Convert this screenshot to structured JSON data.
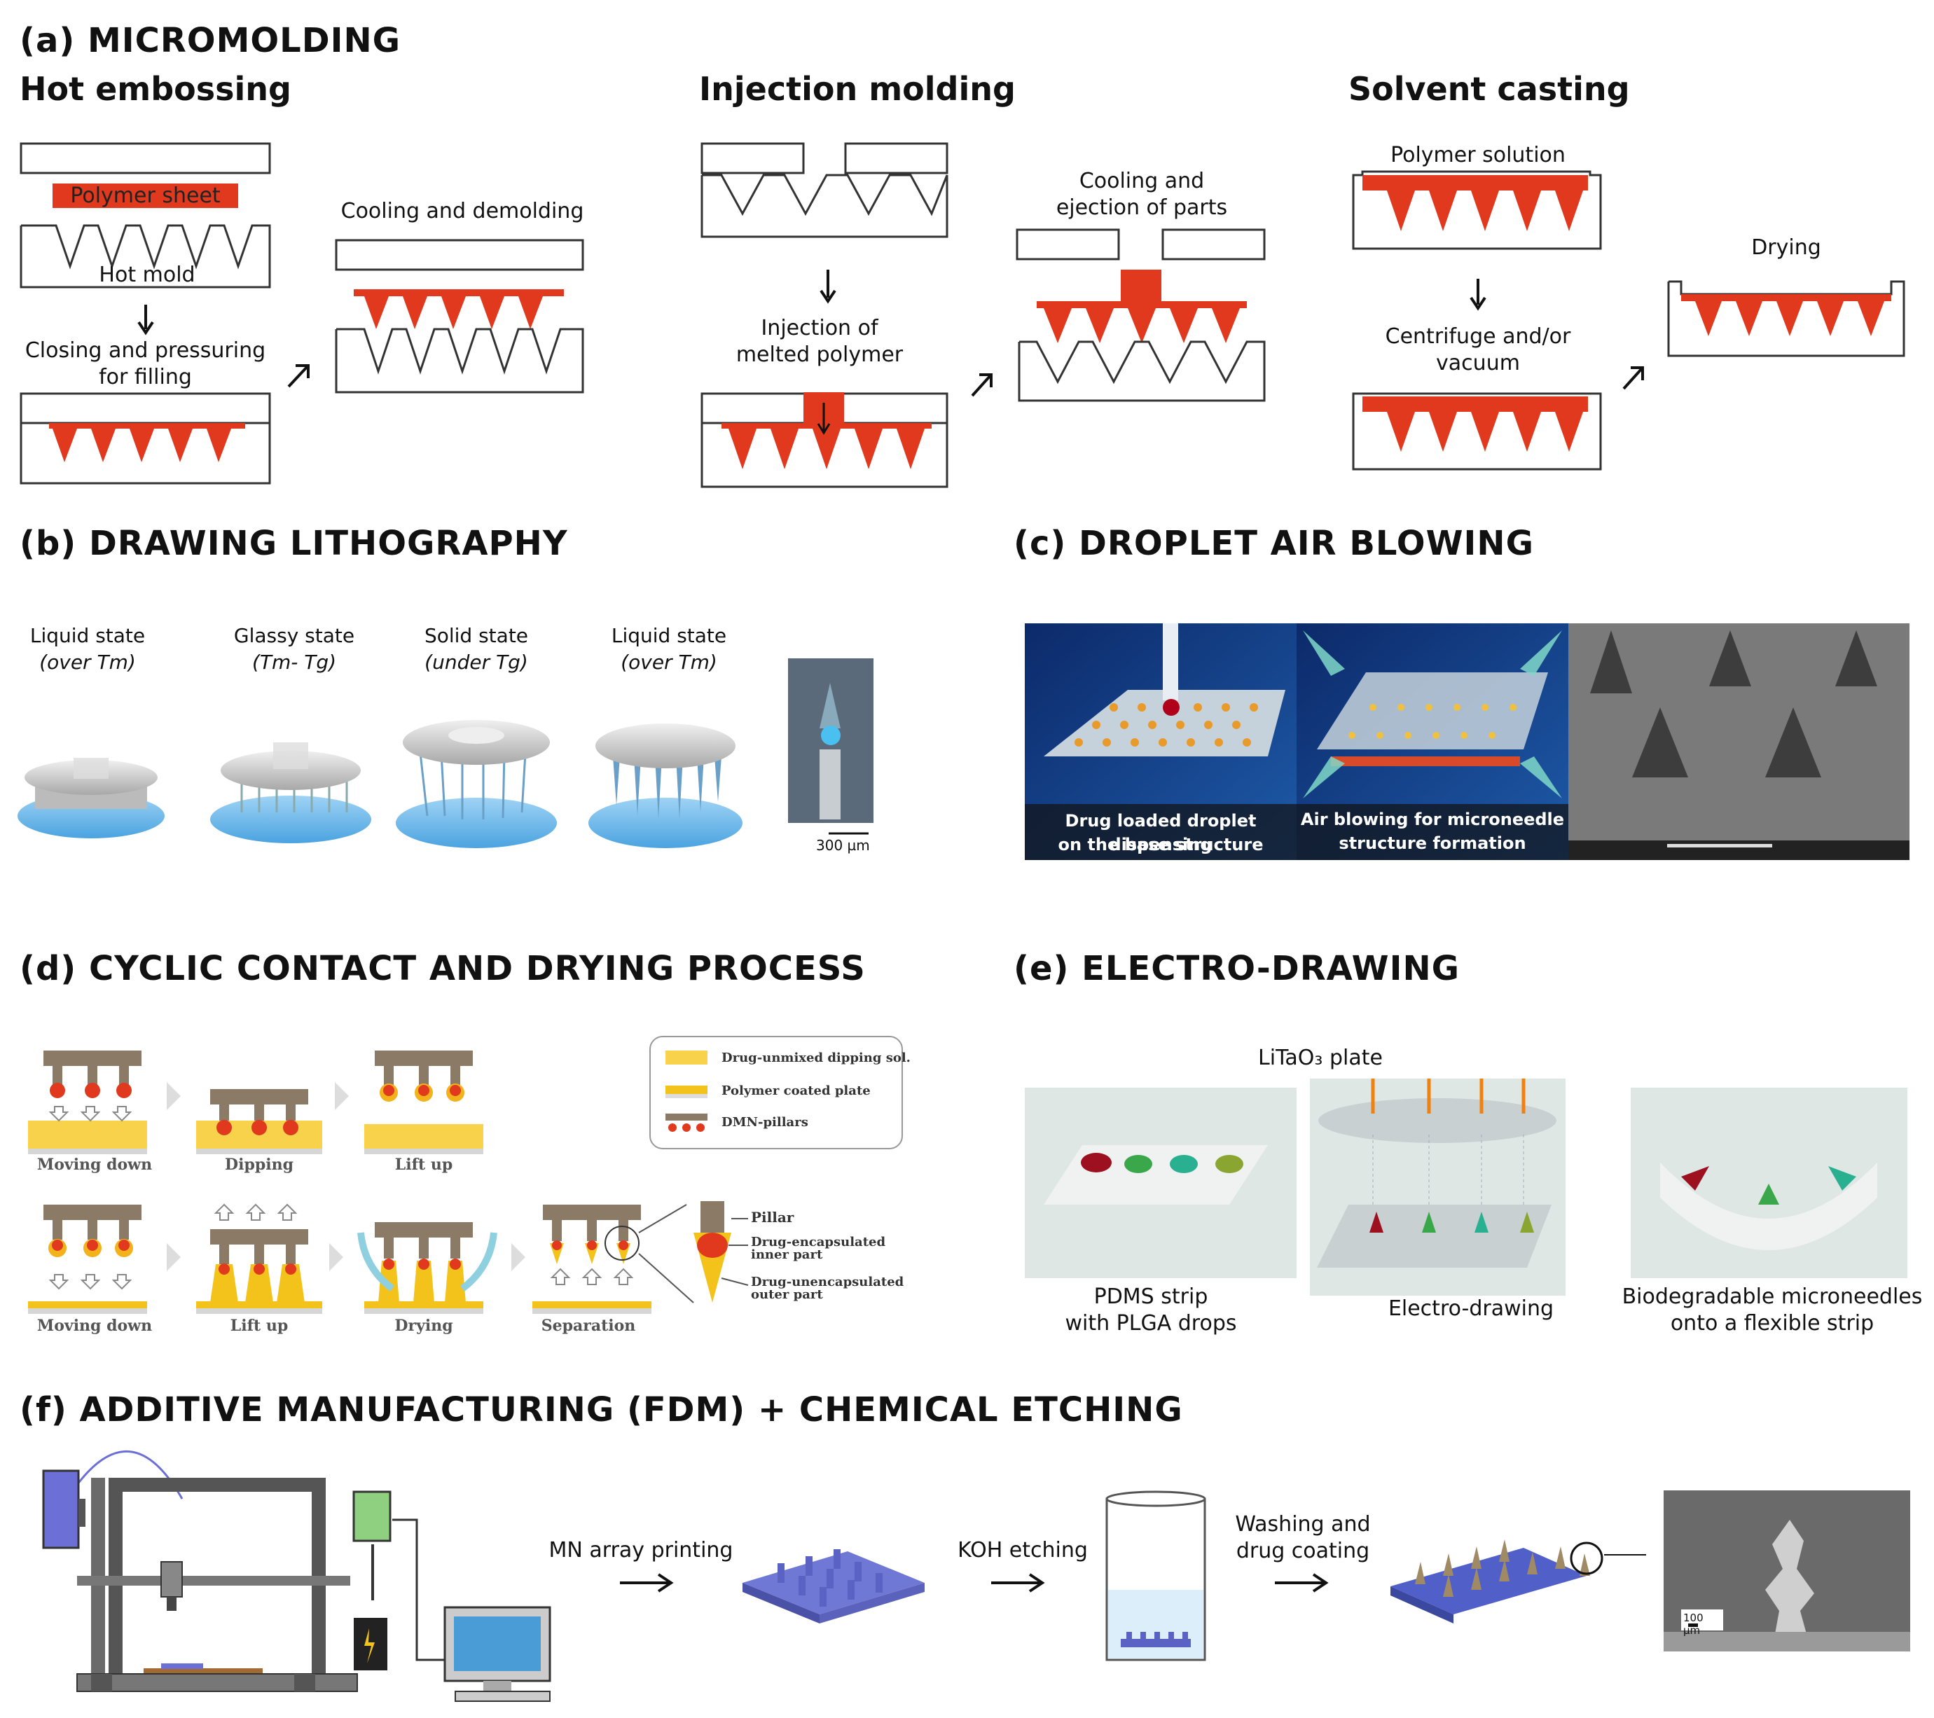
{
  "sections": {
    "a": {
      "title": "(a) MICROMOLDING",
      "hot": {
        "title": "Hot embossing",
        "polymer_sheet": "Polymer sheet",
        "hot_mold": "Hot mold",
        "step1": [
          "Closing and pressuring",
          "for filling"
        ],
        "step2": "Cooling and demolding"
      },
      "inj": {
        "title": "Injection molding",
        "step1": [
          "Injection of",
          "melted polymer"
        ],
        "step2": [
          "Cooling and",
          "ejection of parts"
        ]
      },
      "sol": {
        "title": "Solvent casting",
        "polymer_solution": "Polymer solution",
        "step1": [
          "Centrifuge and/or",
          "vacuum"
        ],
        "step2": "Drying"
      }
    },
    "b": {
      "title": "(b) DRAWING LITHOGRAPHY",
      "states": [
        {
          "l1": "Liquid state",
          "l2": "(over Tm)"
        },
        {
          "l1": "Glassy state",
          "l2": "(Tm- Tg)"
        },
        {
          "l1": "Solid state",
          "l2": "(under Tg)"
        },
        {
          "l1": "Liquid state",
          "l2": "(over Tm)"
        }
      ],
      "scale": "300 µm"
    },
    "c": {
      "title": "(c) DROPLET AIR BLOWING",
      "cap1": [
        "Drug loaded droplet dispensing",
        "on the base structure"
      ],
      "cap2": [
        "Air blowing for microneedle",
        "structure formation"
      ]
    },
    "d": {
      "title": "(d) CYCLIC CONTACT AND DRYING PROCESS",
      "row1": [
        "Moving down",
        "Dipping",
        "Lift up"
      ],
      "row2": [
        "Moving down",
        "Lift up",
        "Drying",
        "Separation"
      ],
      "legend": [
        "Drug-unmixed dipping sol.",
        "Polymer coated plate",
        "DMN-pillars"
      ],
      "parts": [
        "Pillar",
        "Drug-encapsulated",
        "inner part",
        "Drug-unencapsulated",
        "outer part"
      ]
    },
    "e": {
      "title": "(e) ELECTRO-DRAWING",
      "plate": "LiTaO₃ plate",
      "cap1": [
        "PDMS strip",
        "with PLGA drops"
      ],
      "cap2": "Electro-drawing",
      "cap3": [
        "Biodegradable microneedles",
        "onto a flexible strip"
      ]
    },
    "f": {
      "title": "(f) ADDITIVE MANUFACTURING (FDM) + CHEMICAL ETCHING",
      "step1": "MN array printing",
      "step2": "KOH etching",
      "step3": [
        "Washing and",
        "drug coating"
      ],
      "scale": "100 µm"
    }
  },
  "colors": {
    "red": "#e0391e",
    "blue": "#6b6fd6",
    "yellow": "#f3c31c"
  }
}
